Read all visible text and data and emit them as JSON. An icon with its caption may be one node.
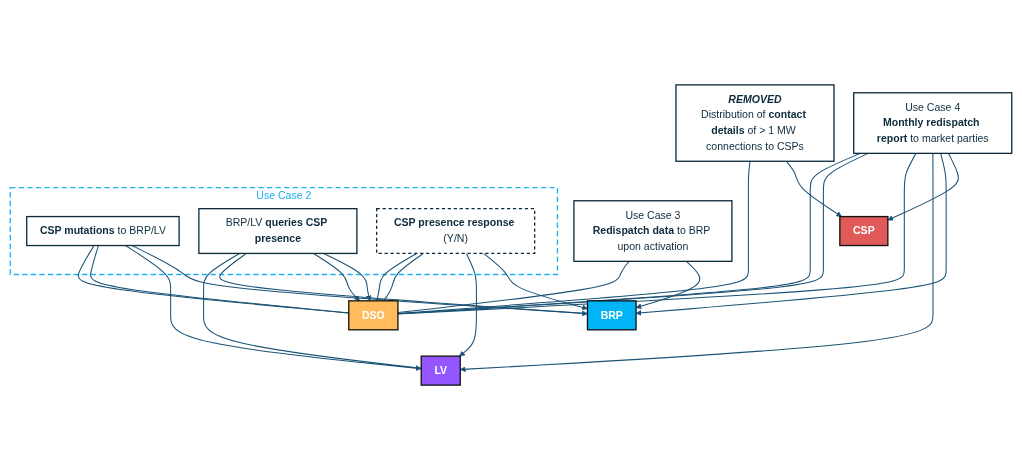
{
  "diagram": {
    "nodes": [
      {
        "text": [
          "DSO"
        ]
      },
      {
        "text": [
          "Use Case 2"
        ]
      },
      {
        "text": [
          "**CSP mutations** to BRP/LV"
        ],
        "in": 1
      },
      {
        "text": [
          "BRP/LV **queries CSP presence**"
        ],
        "in": 1
      },
      {
        "text": [
          "**CSP presence response** (Y/N)"
        ],
        "in": 1
      },
      {
        "text": [
          "Use Case 3",
          "**Redispatch data** to BRP upon activation"
        ]
      },
      {
        "text": [
          "REMOVED",
          "Distribution of **contact details** of > 1 MW connections to CSPs"
        ]
      },
      {
        "text": [
          "Use Case 4",
          "**Monthly redispatch report** to market parties"
        ]
      },
      {
        "text": [
          "CSP"
        ]
      },
      {
        "text": [
          "BRP"
        ]
      },
      {
        "text": [
          "LV"
        ]
      }
    ],
    "edges": [
      {
        "from": 0,
        "to": 2,
        "arrow": "none"
      },
      {
        "from": 0,
        "to": 2,
        "arrow": "none"
      },
      {
        "from": 2,
        "to": 10,
        "arrow": "to"
      },
      {
        "from": 2,
        "to": 9,
        "arrow": "to"
      },
      {
        "from": 10,
        "to": 3,
        "arrow": "none"
      },
      {
        "from": 9,
        "to": 3,
        "arrow": "none"
      },
      {
        "from": 3,
        "to": 0,
        "arrow": "to"
      },
      {
        "from": 3,
        "to": 0,
        "arrow": "to"
      },
      {
        "from": 0,
        "to": 4,
        "arrow": "none"
      },
      {
        "from": 0,
        "to": 4,
        "arrow": "none"
      },
      {
        "from": 4,
        "to": 10,
        "arrow": "to"
      },
      {
        "from": 4,
        "to": 9,
        "arrow": "to"
      },
      {
        "from": 0,
        "to": 5,
        "arrow": "none"
      },
      {
        "from": 5,
        "to": 9,
        "arrow": "to"
      },
      {
        "from": 0,
        "to": 6,
        "arrow": "none"
      },
      {
        "from": 6,
        "to": 8,
        "arrow": "to"
      },
      {
        "from": 0,
        "to": 7,
        "arrow": "none"
      },
      {
        "from": 0,
        "to": 7,
        "arrow": "none"
      },
      {
        "from": 0,
        "to": 7,
        "arrow": "none"
      },
      {
        "from": 7,
        "to": 10,
        "arrow": "to"
      },
      {
        "from": 7,
        "to": 9,
        "arrow": "to"
      },
      {
        "from": 7,
        "to": 8,
        "arrow": "to"
      }
    ]
  }
}
